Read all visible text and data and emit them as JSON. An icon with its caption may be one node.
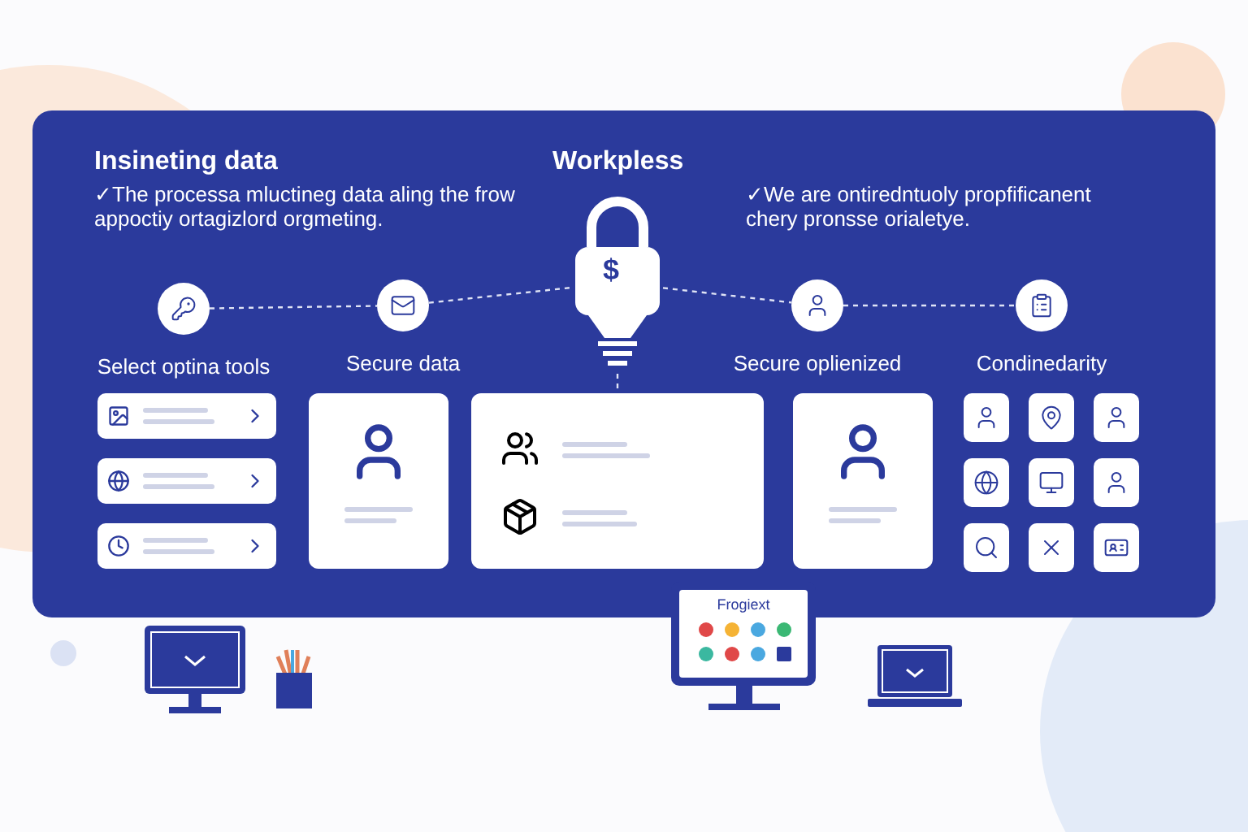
{
  "diagram": {
    "nodes": [
      {
        "text": [],
        "shape": "circle",
        "beside": [
          "Select optina tools"
        ]
      },
      {
        "text": [],
        "shape": "circle",
        "beside": [
          "Secure data"
        ]
      },
      {
        "text": [],
        "shape": "picture"
      },
      {
        "text": [],
        "shape": "circle",
        "beside": [
          "Secure oplienized"
        ]
      },
      {
        "text": [],
        "shape": "circle",
        "beside": [
          "Condinedarity"
        ]
      },
      {
        "text": [],
        "shape": "box"
      }
    ],
    "edges": [
      {
        "from": 0,
        "to": 1,
        "arrow": "none"
      },
      {
        "from": 1,
        "to": 2,
        "arrow": "none"
      },
      {
        "from": 2,
        "to": 3,
        "arrow": "none"
      },
      {
        "from": 3,
        "to": 4,
        "arrow": "none"
      },
      {
        "from": 2,
        "to": 5,
        "arrow": "none"
      }
    ],
    "labels": [
      "Insineting data",
      "✓The processa mluctineg data aling the frow appoctiy ortagizlord orgmeting.",
      "Workpless",
      "✓We are ontiredntuoly propfificanent chery pronsse orialetye.",
      "$",
      "Frogiext"
    ]
  }
}
